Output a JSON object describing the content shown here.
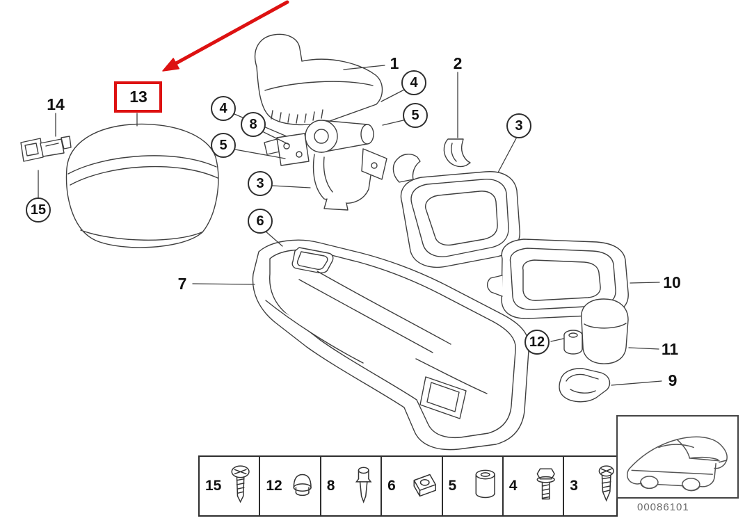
{
  "diagram": {
    "doc_number": "00086101",
    "highlighted_part": "13",
    "colors": {
      "line": "#3f3f3f",
      "highlight": "#dd1111",
      "label": "#111111"
    },
    "plain_labels": [
      {
        "part": "14"
      },
      {
        "part": "13"
      },
      {
        "part": "1"
      },
      {
        "part": "2"
      },
      {
        "part": "7"
      },
      {
        "part": "10"
      },
      {
        "part": "11"
      },
      {
        "part": "9"
      }
    ],
    "circled_labels": [
      {
        "part": "15"
      },
      {
        "part": "4"
      },
      {
        "part": "8"
      },
      {
        "part": "5"
      },
      {
        "part": "3"
      },
      {
        "part": "6"
      },
      {
        "part": "4"
      },
      {
        "part": "5"
      },
      {
        "part": "3"
      },
      {
        "part": "12"
      }
    ],
    "fastener_table": [
      {
        "part": "15",
        "icon": "phillips-screw"
      },
      {
        "part": "12",
        "icon": "plug-cap"
      },
      {
        "part": "8",
        "icon": "rivet-pin"
      },
      {
        "part": "6",
        "icon": "clip-nut"
      },
      {
        "part": "5",
        "icon": "sleeve"
      },
      {
        "part": "4",
        "icon": "hex-bolt"
      },
      {
        "part": "3",
        "icon": "tapping-screw"
      }
    ]
  }
}
